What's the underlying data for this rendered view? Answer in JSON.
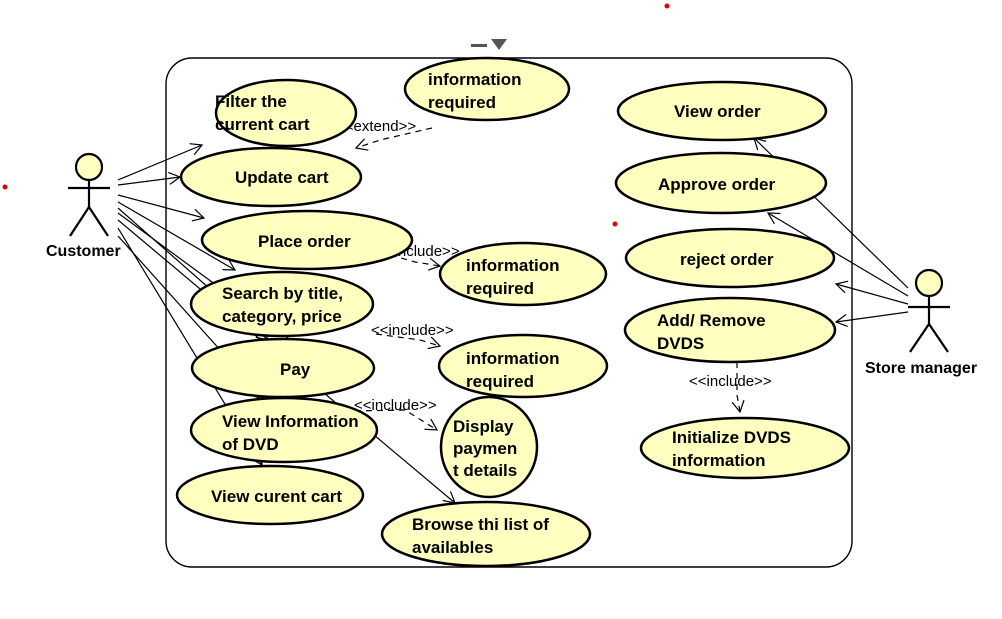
{
  "actors": {
    "customer": "Customer",
    "store_manager": "Store manager"
  },
  "use_cases": {
    "filter_cart": [
      "Filter the",
      "current cart"
    ],
    "info_required_top": [
      "information",
      "required"
    ],
    "update_cart": [
      "Update cart"
    ],
    "place_order": [
      "Place order"
    ],
    "info_required_place": [
      "information",
      "required"
    ],
    "search": [
      "Search by title,",
      "category, price"
    ],
    "pay": [
      "Pay"
    ],
    "info_required_pay": [
      "information",
      "required"
    ],
    "view_info_dvd": [
      "View Information",
      "of DVD"
    ],
    "display_payment": [
      "Display",
      "paymen",
      "t details"
    ],
    "view_cart": [
      "View curent cart"
    ],
    "browse": [
      "Browse thi list of",
      "availables"
    ],
    "view_order": [
      "View order"
    ],
    "approve_order": [
      "Approve order"
    ],
    "reject_order": [
      "reject order"
    ],
    "add_remove": [
      "Add/ Remove",
      "DVDS"
    ],
    "init_dvds": [
      "Initialize DVDS",
      "information"
    ]
  },
  "relations": {
    "extend": "<<extend>>",
    "include": "<<include>>"
  },
  "colors": {
    "use_case_fill": "#ffffc0",
    "line": "#000000",
    "marker": "#e00000",
    "toolbar": "#555555"
  }
}
